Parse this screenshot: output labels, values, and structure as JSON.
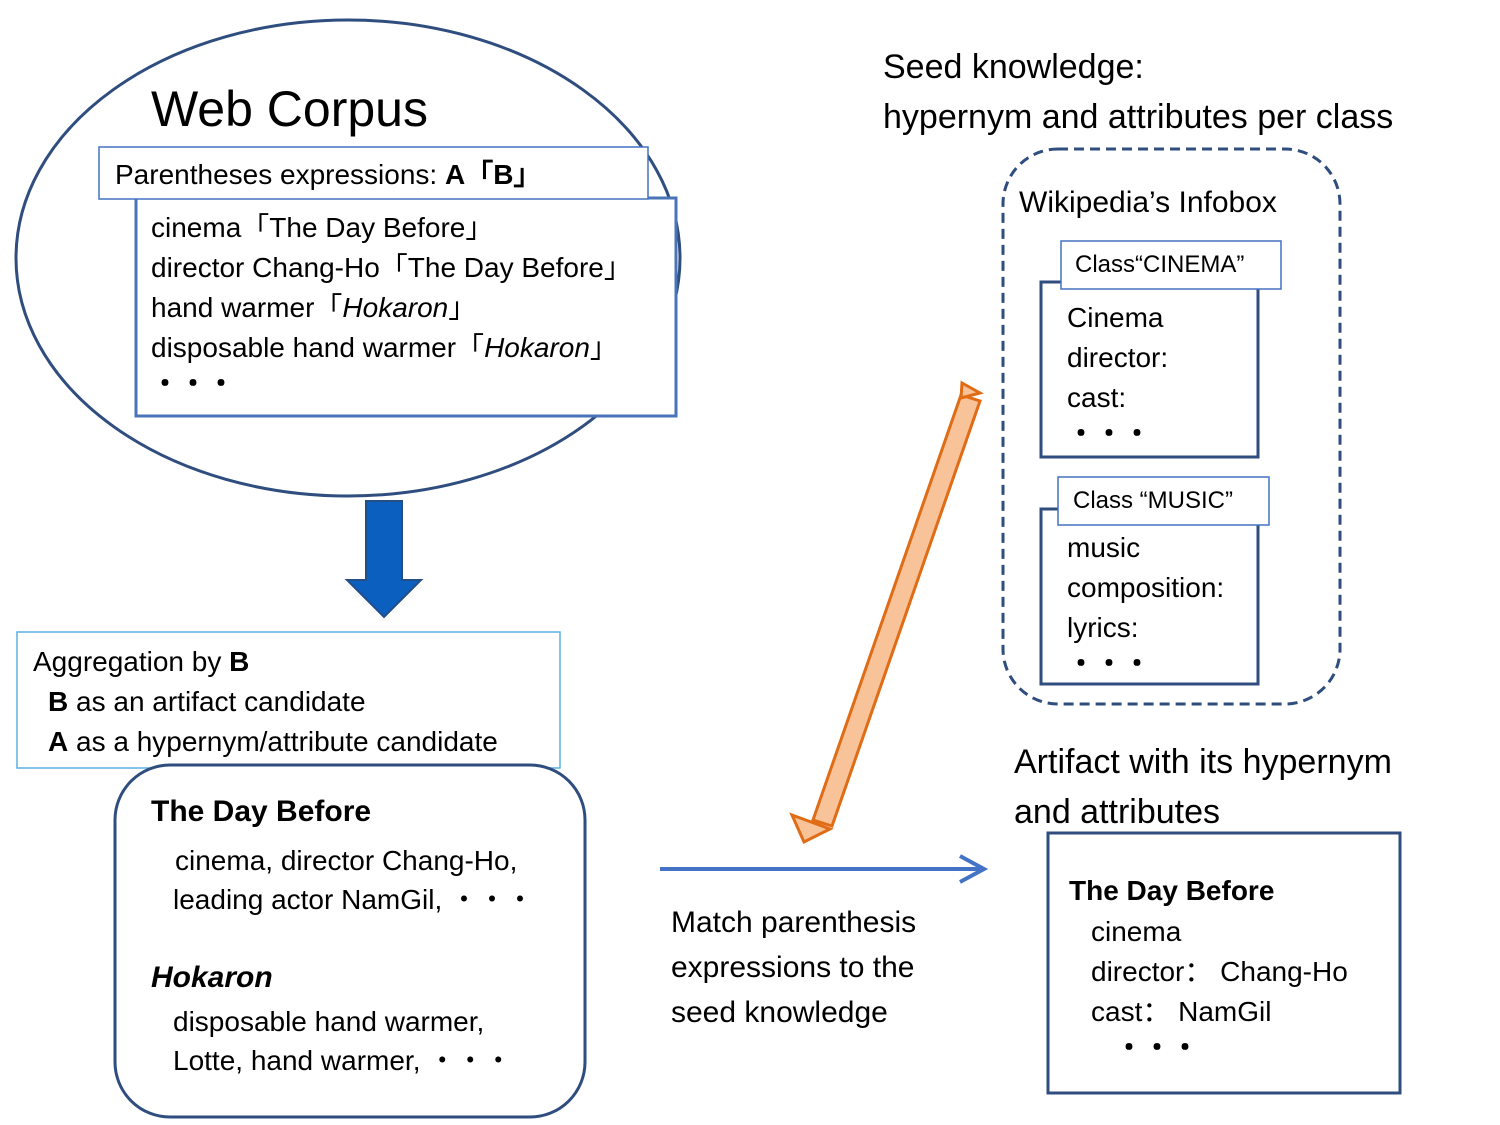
{
  "web_corpus": {
    "title": "Web Corpus",
    "paren_header": {
      "label": "Parentheses expressions: ",
      "pattern": "A「B」"
    },
    "examples": [
      {
        "prefix": "cinema「",
        "b": "The Day Before",
        "suffix": "」",
        "b_italic": false
      },
      {
        "prefix": "director Chang-Ho「",
        "b": "The Day Before",
        "suffix": "」",
        "b_italic": false
      },
      {
        "prefix": "hand warmer「",
        "b": "Hokaron",
        "suffix": "」",
        "b_italic": true
      },
      {
        "prefix": "disposable hand warmer「",
        "b": "Hokaron",
        "suffix": "」",
        "b_italic": true
      }
    ],
    "ellipsis": "・・・"
  },
  "aggregation": {
    "line1_text": "Aggregation by ",
    "line1_bold": "B",
    "line2_bold": "B",
    "line2_text": " as an artifact candidate",
    "line3_bold": "A",
    "line3_text": " as a hypernym/attribute candidate"
  },
  "aggregated_results": [
    {
      "title": "The Day Before",
      "title_italic": false,
      "lines": [
        "cinema, director Chang-Ho,",
        "leading actor NamGil, ・・・"
      ]
    },
    {
      "title": "Hokaron",
      "title_italic": true,
      "lines": [
        "disposable hand warmer,",
        "Lotte, hand warmer, ・・・"
      ]
    }
  ],
  "seed": {
    "title_line1": "Seed knowledge:",
    "title_line2": "hypernym and attributes per class",
    "infobox_title": "Wikipedia’s Infobox",
    "classes": [
      {
        "header": "Class“CINEMA”",
        "items": [
          "Cinema",
          "director:",
          "cast:",
          "・・・"
        ]
      },
      {
        "header": "Class “MUSIC”",
        "items": [
          "music",
          "composition:",
          "lyrics:",
          "・・・"
        ]
      }
    ]
  },
  "match_label": [
    "Match parenthesis",
    "expressions to the",
    "seed knowledge"
  ],
  "result": {
    "title_line1": "Artifact with its hypernym",
    "title_line2": "and attributes",
    "artifact": "The Day Before",
    "lines": [
      "cinema",
      "director： Chang-Ho",
      "cast： NamGil",
      "・・・"
    ]
  },
  "colors": {
    "dark_blue": "#2f4d7e",
    "mid_blue": "#4472c4",
    "arrow_blue": "#0a5fbf",
    "light_blue": "#5ab0e0",
    "orange": "#e06c16",
    "orange_fill": "#f9c39a"
  }
}
